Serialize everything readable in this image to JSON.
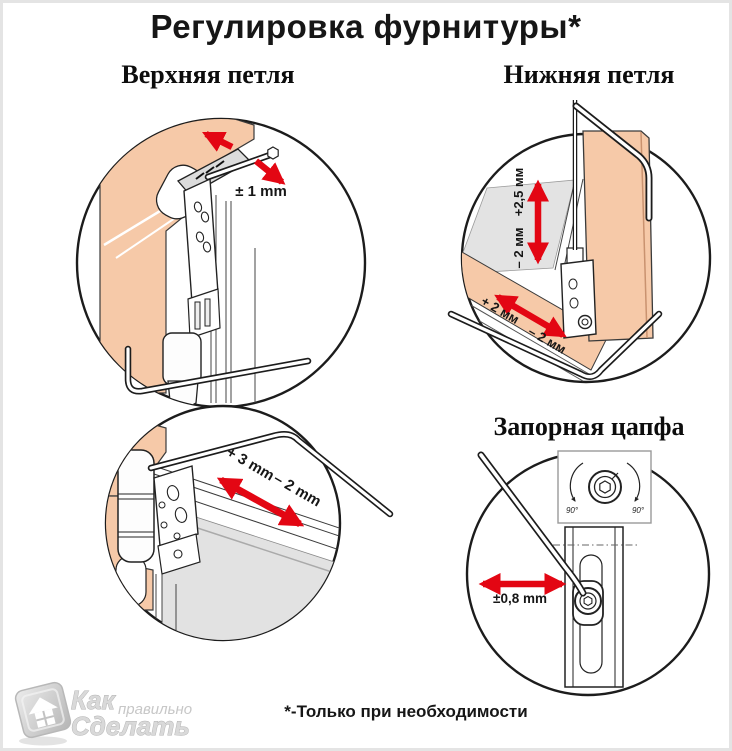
{
  "page": {
    "title": "Регулировка фурнитуры*",
    "footnote": "*-Только при необходимости"
  },
  "colors": {
    "frame_wood": "#f6c9a8",
    "metal_gray": "#e3e3e3",
    "arrow_red": "#e30613",
    "outline": "#1c1c1c"
  },
  "diagrams": {
    "upper_hinge": {
      "heading": "Верхняя петля",
      "label_side": "± 1 mm"
    },
    "lower_hinge": {
      "heading": "Нижняя петля",
      "label_up": "+2,5 мм",
      "label_down": "– 2 мм",
      "label_plus": "+ 2 мм",
      "label_minus": "– 2 мм"
    },
    "upper_hinge_detail": {
      "label_plus": "+ 3 mm",
      "label_minus": "– 2 mm"
    },
    "locking_cam": {
      "heading": "Запорная цапфа",
      "label_left_angle": "90°",
      "label_right_angle": "90°",
      "label_range": "±0,8 mm"
    }
  },
  "watermark": {
    "word1": "Как",
    "word2": "правильно",
    "word3": "Сделать"
  }
}
